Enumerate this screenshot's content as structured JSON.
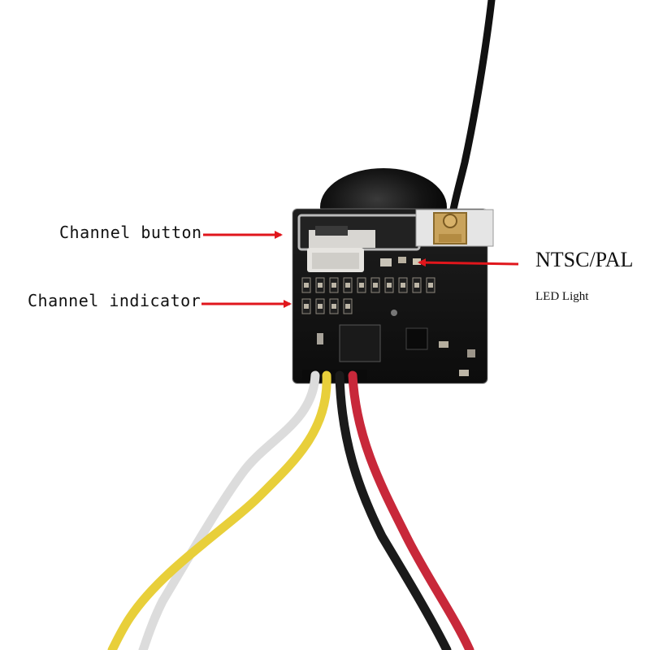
{
  "labels": {
    "channel_button": "Channel button",
    "channel_indicator": "Channel indicator",
    "ntsc_pal": "NTSC/PAL",
    "led_light": "LED Light"
  },
  "colors": {
    "background": "#ffffff",
    "arrow": "#e0161c",
    "board": "#141414",
    "lens": "#0e0e0e",
    "antenna_connector": "#c9a35c",
    "wire_white": "#ececec",
    "wire_yellow": "#e8cf3a",
    "wire_black": "#1a1a1a",
    "wire_red": "#c8283a"
  },
  "icons": [
    "arrow-icon",
    "camera-lens",
    "circuit-board",
    "antenna-cable",
    "ufl-connector",
    "led-array",
    "power-wires"
  ]
}
